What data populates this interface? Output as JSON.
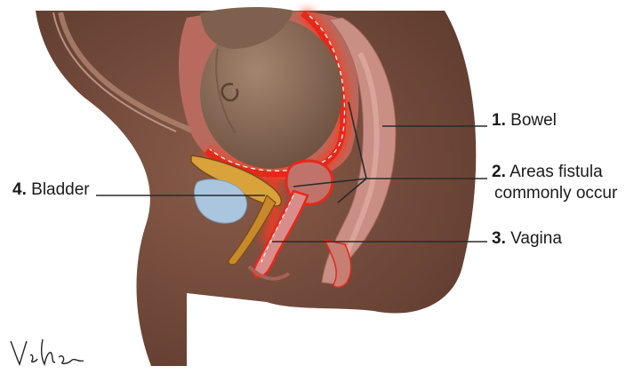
{
  "labels": {
    "bowel": {
      "num": "1.",
      "text": "Bowel"
    },
    "areas": {
      "num": "2.",
      "text": "Areas fistula",
      "text2": "commonly occur"
    },
    "vagina": {
      "num": "3.",
      "text": "Vagina"
    },
    "bladder": {
      "num": "4.",
      "text": "Bladder"
    }
  },
  "colors": {
    "skin_dark": "#6b4535",
    "skin_mid": "#7d5242",
    "skin_light": "#a37a68",
    "fetus": "#8e6e5a",
    "fetus_shadow": "#6e5040",
    "uterus_pink": "#d98d8a",
    "bowel_tissue": "#c98f85",
    "highlight_red": "#e8271a",
    "glow_red": "#ff4a2e",
    "bladder_blue": "#a9c6de",
    "bladder_wall": "#d9a23a",
    "leader_line": "#2a2a2a"
  }
}
